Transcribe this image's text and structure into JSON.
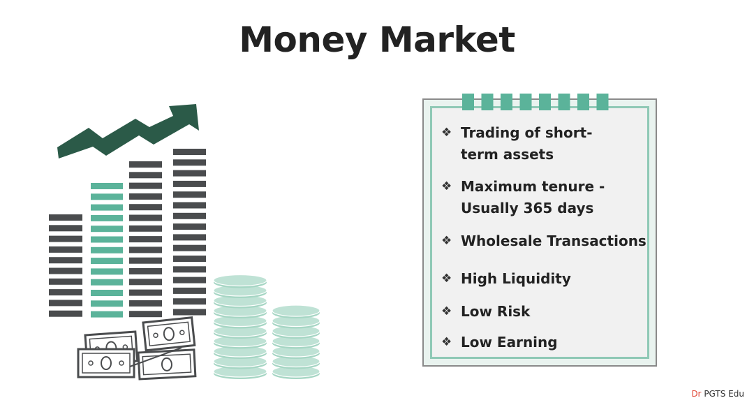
{
  "title": "Money Market",
  "notes": [
    {
      "bullet": "❖",
      "text": "Trading of short-term assets"
    },
    {
      "bullet": "❖",
      "text": "Maximum tenure - Usually 365 days"
    },
    {
      "bullet": "❖",
      "text": "Wholesale Transactions"
    },
    {
      "bullet": "❖",
      "text": "High Liquidity"
    },
    {
      "bullet": "❖",
      "text": "Low Risk"
    },
    {
      "bullet": "❖",
      "text": "Low Earning"
    }
  ],
  "watermark": {
    "prefix": "Dr",
    "rest": " PGTS Edu"
  },
  "colors": {
    "dark_gray": "#4a4c4e",
    "teal": "#5bb39a",
    "dark_green": "#2b5a48",
    "coin_light": "#bfe2d5",
    "coin_mid": "#a6d6c4",
    "notepad_border": "#8fc9b6"
  },
  "icons": [
    "growth-arrow-icon",
    "bar-stack-icon",
    "coin-stack-icon",
    "banknote-icon"
  ]
}
